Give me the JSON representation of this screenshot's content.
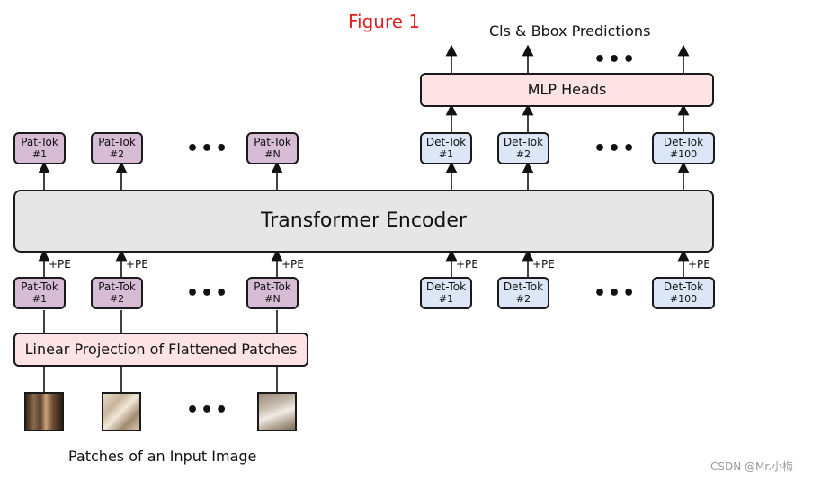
{
  "figure_title": "Figure 1",
  "top_label": "Cls & Bbox Predictions",
  "mlp_heads": "MLP Heads",
  "encoder": "Transformer Encoder",
  "projection": "Linear Projection of Flattened Patches",
  "bottom_label": "Patches of an Input Image",
  "pe_label": "+PE",
  "ellipsis": "•••",
  "watermark": "CSDN @Mr.小梅",
  "pat_tokens": [
    {
      "l1": "Pat-Tok",
      "l2": "#1"
    },
    {
      "l1": "Pat-Tok",
      "l2": "#2"
    },
    {
      "l1": "Pat-Tok",
      "l2": "#N"
    }
  ],
  "det_tokens": [
    {
      "l1": "Det-Tok",
      "l2": "#1"
    },
    {
      "l1": "Det-Tok",
      "l2": "#2"
    },
    {
      "l1": "Det-Tok",
      "l2": "#100"
    }
  ],
  "colors": {
    "figure_title": "#e02020",
    "pat_token": "#d6bcd4",
    "det_token": "#dbe6f6",
    "encoder": "#e6e6e6",
    "pink_box": "#fde3e3"
  }
}
